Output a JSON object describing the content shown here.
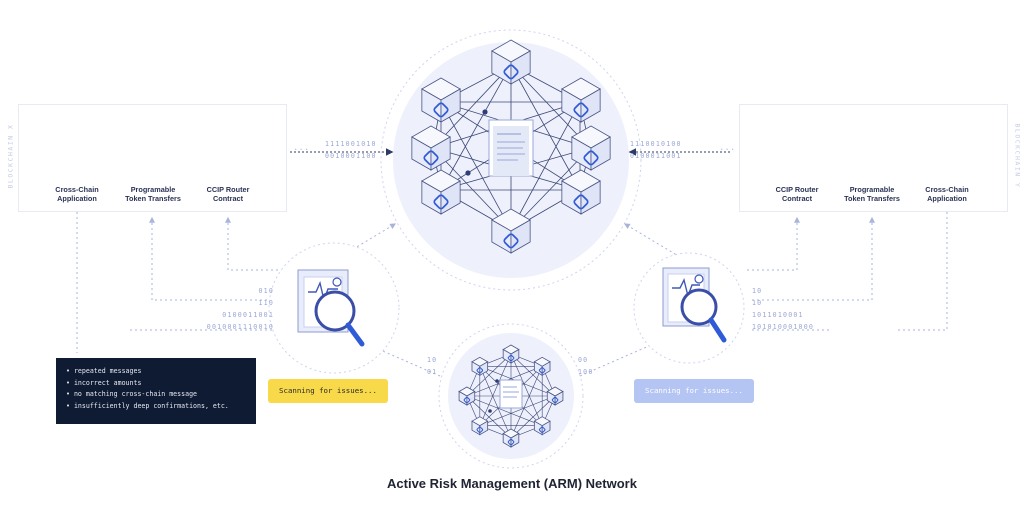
{
  "diagram": {
    "title": "Active Risk Management (ARM) Network",
    "left_chain": {
      "side_label": "BLOCKCHAIN X",
      "boxes": [
        {
          "label_lines": [
            "Cross-Chain",
            "Application"
          ],
          "highlight": false
        },
        {
          "label_lines": [
            "Programable",
            "Token Transfers"
          ],
          "highlight": false
        },
        {
          "label_lines": [
            "CCIP Router",
            "Contract"
          ],
          "highlight": true
        }
      ]
    },
    "right_chain": {
      "side_label": "BLOCKCHAIN Y",
      "boxes": [
        {
          "label_lines": [
            "CCIP Router",
            "Contract"
          ],
          "highlight": true
        },
        {
          "label_lines": [
            "Programable",
            "Token Transfers"
          ],
          "highlight": false
        },
        {
          "label_lines": [
            "Cross-Chain",
            "Application"
          ],
          "highlight": false
        }
      ]
    },
    "binary": {
      "top_left": "1111001010\n0010001100",
      "top_right": "1110010100\n0100011001",
      "mid_left": "010\n110\n0100011001\n0010001110010",
      "mid_right": "10\n10\n1011010001\n101010001000",
      "bottom_left": "10\n01",
      "bottom_right": "00\n100"
    },
    "issues_list": [
      "• repeated messages",
      "• incorrect amounts",
      "• no matching cross-chain message",
      "• insufficiently deep confirmations, etc."
    ],
    "scan_left_label": "Scanning for issues...",
    "scan_right_label": "Scanning for issues...",
    "ellipsis": "...",
    "colors": {
      "accent_blue": "#2f5bd6",
      "light_blue": "#b4c4f3",
      "yellow": "#f8d94a",
      "dark": "#0f1b33",
      "line": "#a9b4dc"
    }
  }
}
